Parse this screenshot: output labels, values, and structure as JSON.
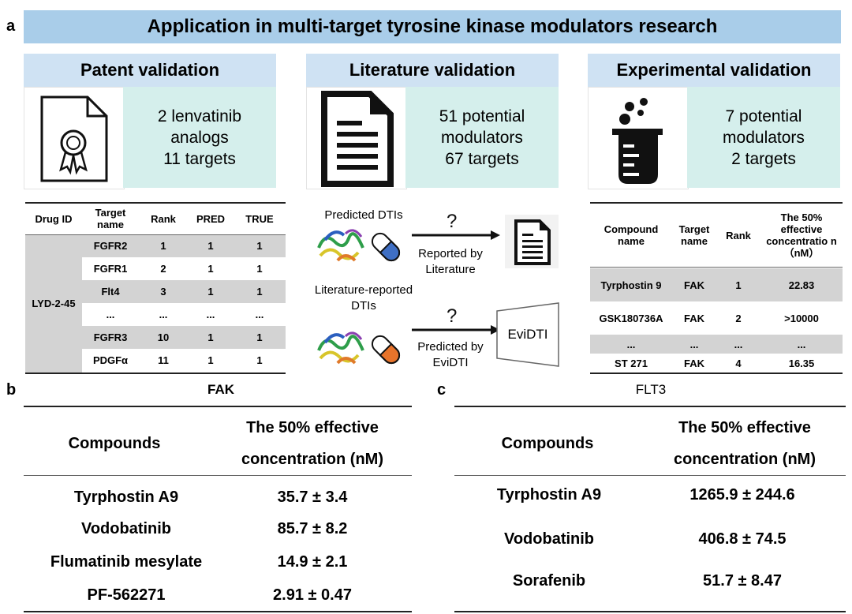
{
  "panel_a": {
    "letter": "a",
    "title": "Application in multi-target tyrosine kinase modulators research",
    "patent": {
      "heading": "Patent validation",
      "lines": [
        "2 lenvatinib",
        "analogs",
        "11 targets"
      ],
      "table": {
        "headers": [
          "Drug ID",
          "Target name",
          "Rank",
          "PRED",
          "TRUE"
        ],
        "drug_id": "LYD-2-45",
        "rows": [
          [
            "FGFR2",
            "1",
            "1",
            "1"
          ],
          [
            "FGFR1",
            "2",
            "1",
            "1"
          ],
          [
            "Flt4",
            "3",
            "1",
            "1"
          ],
          [
            "...",
            "...",
            "...",
            "..."
          ],
          [
            "FGFR3",
            "10",
            "1",
            "1"
          ],
          [
            "PDGFα",
            "11",
            "1",
            "1"
          ]
        ]
      }
    },
    "literature": {
      "heading": "Literature validation",
      "lines": [
        "51 potential",
        "modulators",
        "67 targets"
      ],
      "predicted_label": "Predicted DTIs",
      "reported_by": "Reported by Literature",
      "literature_label": "Literature-reported DTIs",
      "predicted_by": "Predicted by EviDTI",
      "question": "?",
      "evidti": "EviDTI"
    },
    "experimental": {
      "heading": "Experimental validation",
      "lines": [
        "7 potential",
        "modulators",
        "2 targets"
      ],
      "table": {
        "headers": [
          "Compound name",
          "Target name",
          "Rank",
          "The 50% effective concentratio n（nM）"
        ],
        "rows": [
          [
            "Tyrphostin 9",
            "FAK",
            "1",
            "22.83"
          ],
          [
            "GSK180736A",
            "FAK",
            "2",
            ">10000"
          ],
          [
            "...",
            "...",
            "...",
            "..."
          ],
          [
            "ST 271",
            "FAK",
            "4",
            "16.35"
          ]
        ]
      }
    }
  },
  "panel_b": {
    "letter": "b",
    "target": "FAK",
    "col1": "Compounds",
    "col2_line1": "The 50% effective",
    "col2_line2": "concentration  (nM)",
    "rows": [
      [
        "Tyrphostin A9",
        "35.7 ± 3.4"
      ],
      [
        "Vodobatinib",
        "85.7 ± 8.2"
      ],
      [
        "Flumatinib mesylate",
        "14.9 ± 2.1"
      ],
      [
        "PF-562271",
        "2.91 ± 0.47"
      ]
    ]
  },
  "panel_c": {
    "letter": "c",
    "target": "FLT3",
    "col1": "Compounds",
    "col2_line1": "The 50% effective",
    "col2_line2": "concentration  (nM)",
    "rows": [
      [
        "Tyrphostin A9",
        "1265.9 ± 244.6"
      ],
      [
        "Vodobatinib",
        "406.8 ± 74.5"
      ],
      [
        "Sorafenib",
        "51.7 ± 8.47"
      ]
    ]
  },
  "colors": {
    "banner": "#a9cde9",
    "section_head": "#cfe2f3",
    "info_box": "#d5efec",
    "row_shade": "#d3d3d3",
    "pill_blue": "#3f6fc4",
    "pill_orange": "#e8742b"
  },
  "icons": [
    "certificate-icon",
    "document-icon",
    "beaker-icon",
    "protein-icon",
    "capsule-icon"
  ]
}
